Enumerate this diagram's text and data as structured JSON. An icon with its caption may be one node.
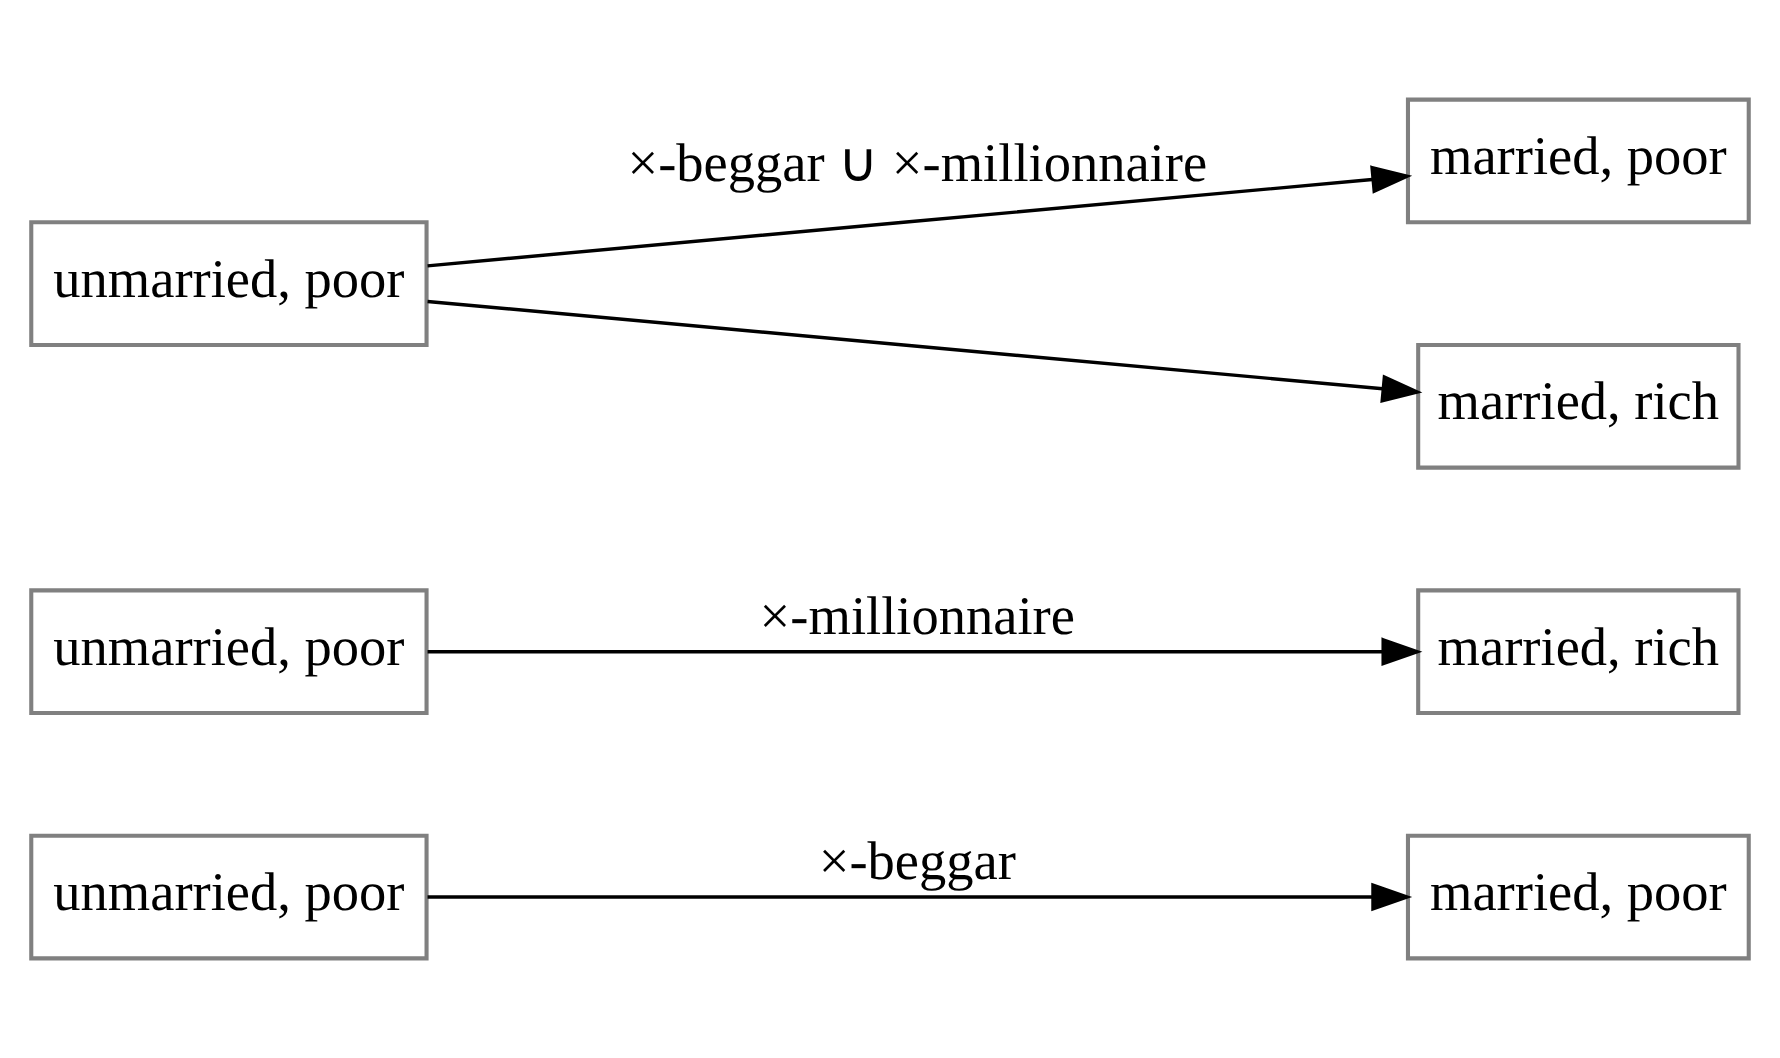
{
  "diagram": {
    "nodes": [
      {
        "text": [
          "unmarried, poor"
        ]
      },
      {
        "text": [
          "married, poor"
        ]
      },
      {
        "text": [
          "unmarried, poor"
        ]
      },
      {
        "text": [
          "married, rich"
        ]
      },
      {
        "text": [
          "unmarried, poor"
        ]
      },
      {
        "text": [
          "married, poor"
        ]
      },
      {
        "text": [
          "married, rich"
        ]
      }
    ],
    "edges": [
      {
        "from": 0,
        "to": 1,
        "arrow": "to",
        "label": "×-beggar"
      },
      {
        "from": 2,
        "to": 3,
        "arrow": "to",
        "label": "×-millionnaire"
      },
      {
        "from": 4,
        "to": 5,
        "arrow": "to",
        "label": "×-beggar ∪ ×-millionnaire"
      },
      {
        "from": 4,
        "to": 6,
        "arrow": "to"
      }
    ]
  }
}
